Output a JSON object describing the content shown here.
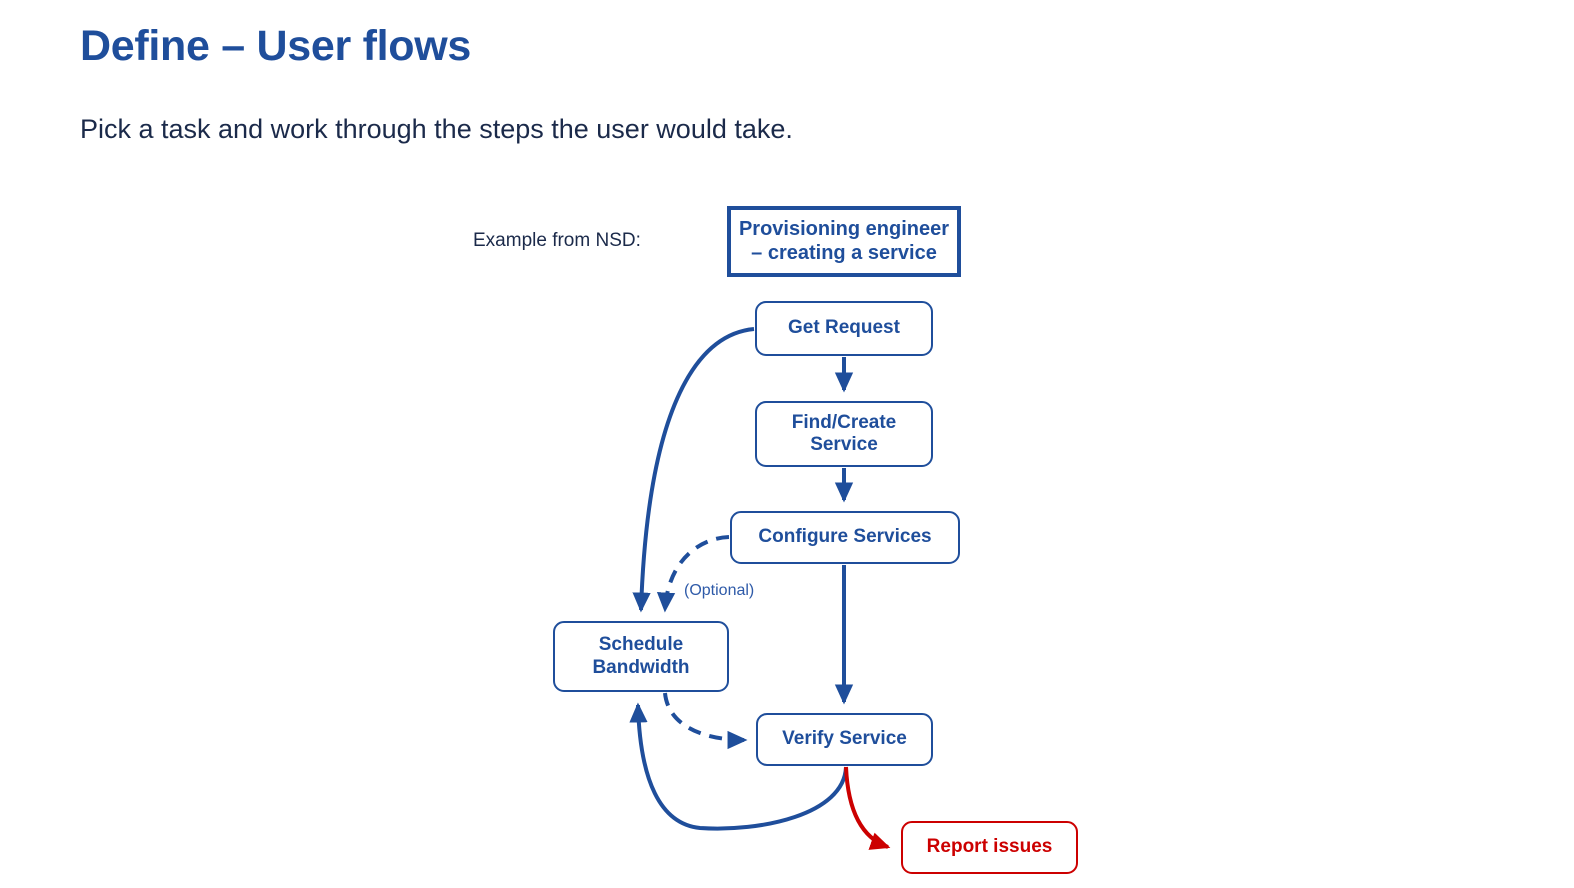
{
  "slide": {
    "title": "Define – User flows",
    "subtitle": "Pick a task and work through the steps the user would take.",
    "example_label": "Example from NSD:",
    "optional_label": "(Optional)"
  },
  "colors": {
    "brand_blue": "#1F4E9B",
    "text_dark_navy": "#1B2A4A",
    "error_red": "#CC0000",
    "background": "#FFFFFF"
  },
  "flow": {
    "type": "flowchart",
    "actor": {
      "id": "actor",
      "label": "Provisioning engineer – creating a service",
      "line1": "Provisioning engineer",
      "line2": "– creating a service",
      "shape": "rectangle",
      "color": "#1F4E9B"
    },
    "nodes": [
      {
        "id": "get-request",
        "label": "Get Request",
        "shape": "rounded-rectangle",
        "color": "#1F4E9B"
      },
      {
        "id": "find-create",
        "label": "Find/Create Service",
        "line1": "Find/Create",
        "line2": "Service",
        "shape": "rounded-rectangle",
        "color": "#1F4E9B"
      },
      {
        "id": "configure",
        "label": "Configure Services",
        "shape": "rounded-rectangle",
        "color": "#1F4E9B"
      },
      {
        "id": "schedule",
        "label": "Schedule Bandwidth",
        "line1": "Schedule",
        "line2": "Bandwidth",
        "shape": "rounded-rectangle",
        "color": "#1F4E9B"
      },
      {
        "id": "verify",
        "label": "Verify Service",
        "shape": "rounded-rectangle",
        "color": "#1F4E9B"
      },
      {
        "id": "report-issues",
        "label": "Report issues",
        "shape": "rounded-rectangle",
        "color": "#CC0000"
      }
    ],
    "edges": [
      {
        "from": "get-request",
        "to": "find-create",
        "style": "solid",
        "color": "#1F4E9B",
        "label": ""
      },
      {
        "from": "find-create",
        "to": "configure",
        "style": "solid",
        "color": "#1F4E9B",
        "label": ""
      },
      {
        "from": "configure",
        "to": "verify",
        "style": "solid",
        "color": "#1F4E9B",
        "label": ""
      },
      {
        "from": "get-request",
        "to": "schedule",
        "style": "solid",
        "color": "#1F4E9B",
        "label": ""
      },
      {
        "from": "configure",
        "to": "schedule",
        "style": "dashed",
        "color": "#1F4E9B",
        "label": "(Optional)"
      },
      {
        "from": "schedule",
        "to": "verify",
        "style": "dashed",
        "color": "#1F4E9B",
        "label": ""
      },
      {
        "from": "verify",
        "to": "schedule",
        "style": "solid",
        "color": "#1F4E9B",
        "label": ""
      },
      {
        "from": "verify",
        "to": "report-issues",
        "style": "solid",
        "color": "#CC0000",
        "label": ""
      }
    ]
  }
}
